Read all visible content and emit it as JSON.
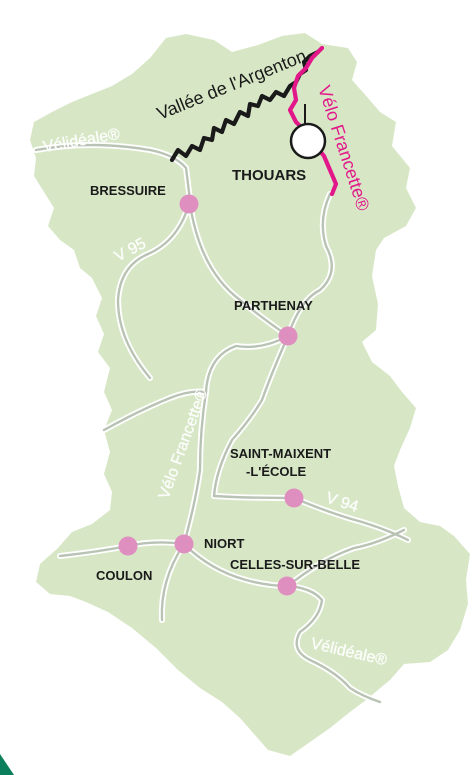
{
  "map": {
    "colors": {
      "land": "#d7e7c6",
      "roads": "#b9c3b4",
      "road_outline": "#ffffff",
      "city_dot": "#df8fbf",
      "argenton_route": "#1a1a1a",
      "francette_route": "#e2188a",
      "corner_accent": "#0b7f5b"
    },
    "cities": {
      "thouars": "THOUARS",
      "bressuire": "BRESSUIRE",
      "parthenay": "PARTHENAY",
      "saint_maixent_1": "SAINT-MAIXENT",
      "saint_maixent_2": "-L'ÉCOLE",
      "niort": "NIORT",
      "coulon": "COULON",
      "celles": "CELLES-SUR-BELLE"
    },
    "routes": {
      "argenton": "Vallée de l'Argenton",
      "francette_north": "Vélo Francette®",
      "francette_central": "Vélo Francette®",
      "velideale_north": "Vélidéale®",
      "velideale_south": "Vélidéale®",
      "v95": "V 95",
      "v94": "V 94"
    },
    "icons": {
      "thouars_marker": "white-circle-marker",
      "corner": "corner-triangle"
    }
  }
}
